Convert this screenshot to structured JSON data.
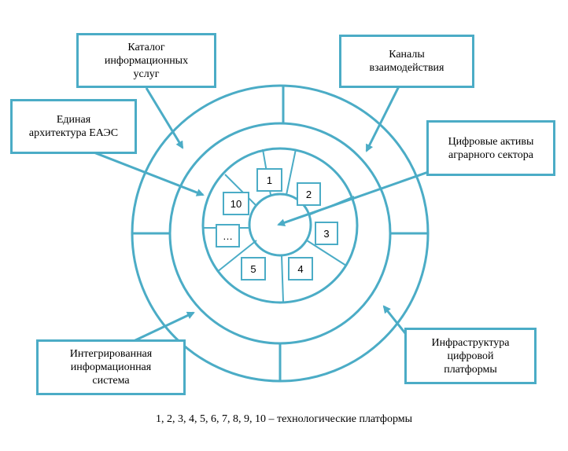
{
  "colors": {
    "stroke": "#4bacc6",
    "text": "#000000",
    "background": "#ffffff"
  },
  "labels": {
    "catalog": "Каталог\nинформационных\nуслуг",
    "channels": "Каналы\nвзаимодействия",
    "architecture": "Единая\nархитектура ЕАЭС",
    "digital_assets": "Цифровые активы\nаграрного сектора",
    "integrated_system": "Интегрированная\nинформационная\nсистема",
    "infrastructure": "Инфраструктура\nцифровой\nплатформы"
  },
  "platforms": [
    "1",
    "2",
    "3",
    "4",
    "5",
    "…",
    "10"
  ],
  "caption": "1, 2, 3, 4, 5, 6, 7, 8, 9, 10 – технологические платформы"
}
